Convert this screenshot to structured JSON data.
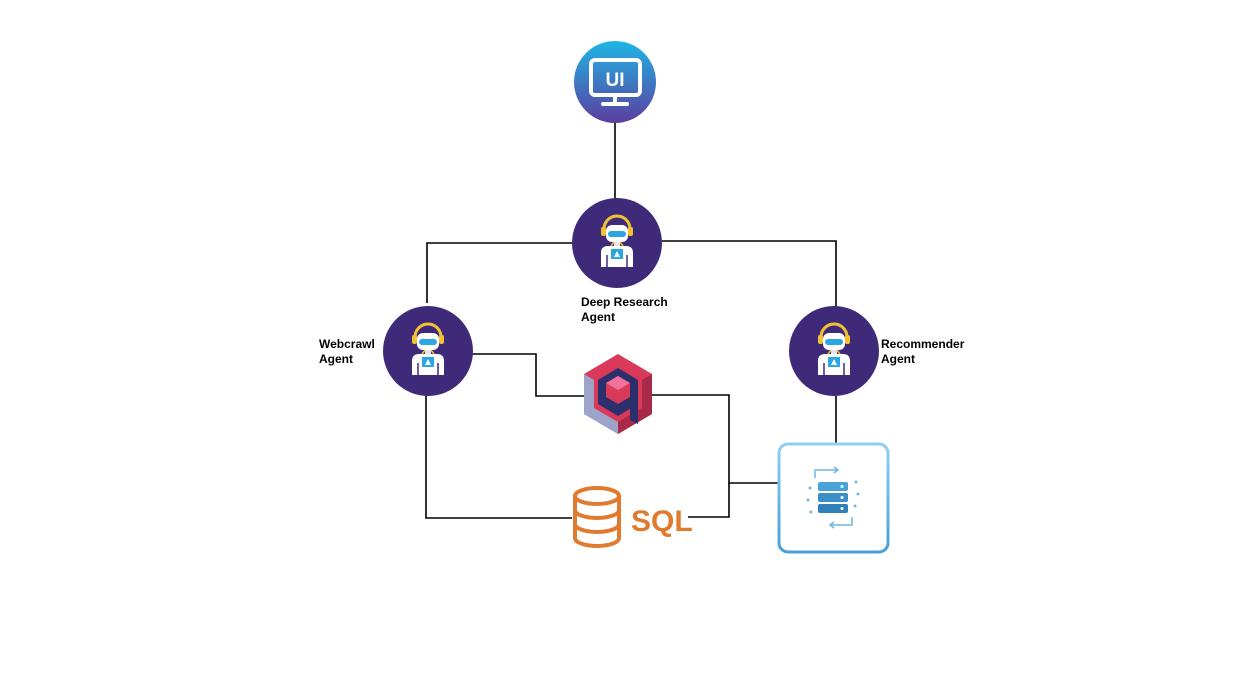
{
  "ui_node": {
    "icon": "ui-monitor-icon",
    "text": "UI"
  },
  "agents": {
    "deep_research": {
      "label": "Deep Research\nAgent",
      "icon": "robot-agent-icon"
    },
    "webcrawl": {
      "label": "Webcrawl\nAgent",
      "icon": "robot-agent-icon"
    },
    "recommender": {
      "label": "Recommender\nAgent",
      "icon": "robot-agent-icon"
    }
  },
  "tools": {
    "qdrant": {
      "icon": "qdrant-logo-icon"
    },
    "sql": {
      "icon": "database-cylinder-icon",
      "text": "SQL"
    },
    "data_store": {
      "icon": "data-sync-icon"
    }
  },
  "colors": {
    "agent_circle": "#3f2a7a",
    "ui_gradient_top": "#22b0e3",
    "ui_gradient_bottom": "#5a3f9e",
    "sql_orange": "#e07a2e",
    "connector": "#000000"
  }
}
